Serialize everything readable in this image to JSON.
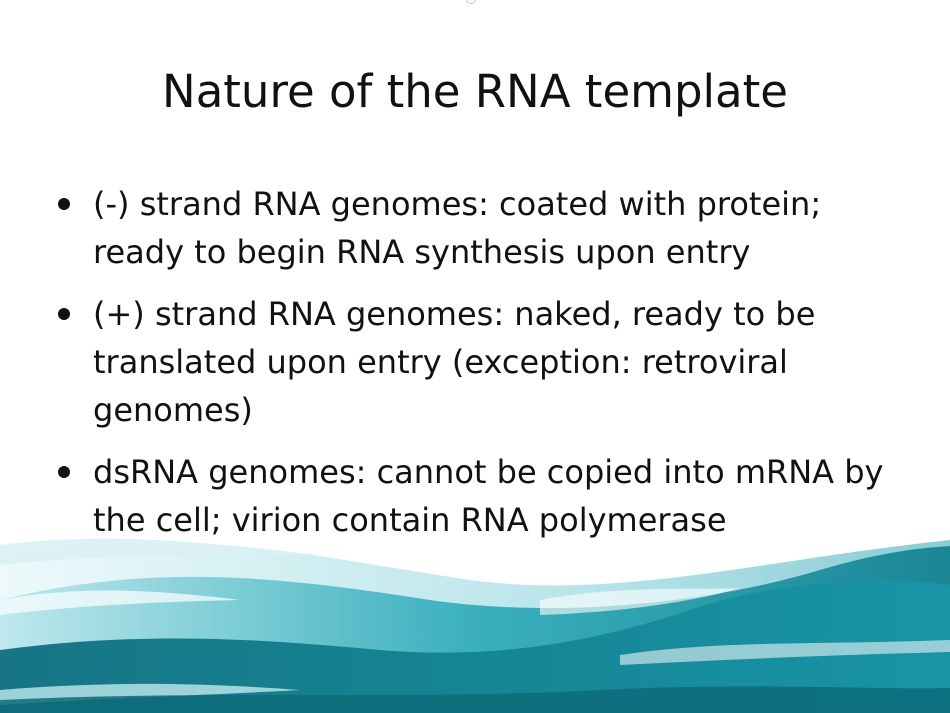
{
  "slide": {
    "title": "Nature of the RNA template",
    "bullets": [
      "(-) strand RNA genomes: coated with protein; ready to begin RNA synthesis upon entry",
      "(+) strand RNA genomes: naked, ready to be translated upon entry (exception: retroviral genomes)",
      "dsRNA genomes: cannot be copied into mRNA by the cell; virion contain RNA polymerase"
    ]
  },
  "theme": {
    "background": "#ffffff",
    "text_color": "#111111",
    "wave_colors": [
      "#0e7f8f",
      "#1a9fb0",
      "#4fc1cf",
      "#a8dfe6",
      "#e6f6f8"
    ]
  }
}
